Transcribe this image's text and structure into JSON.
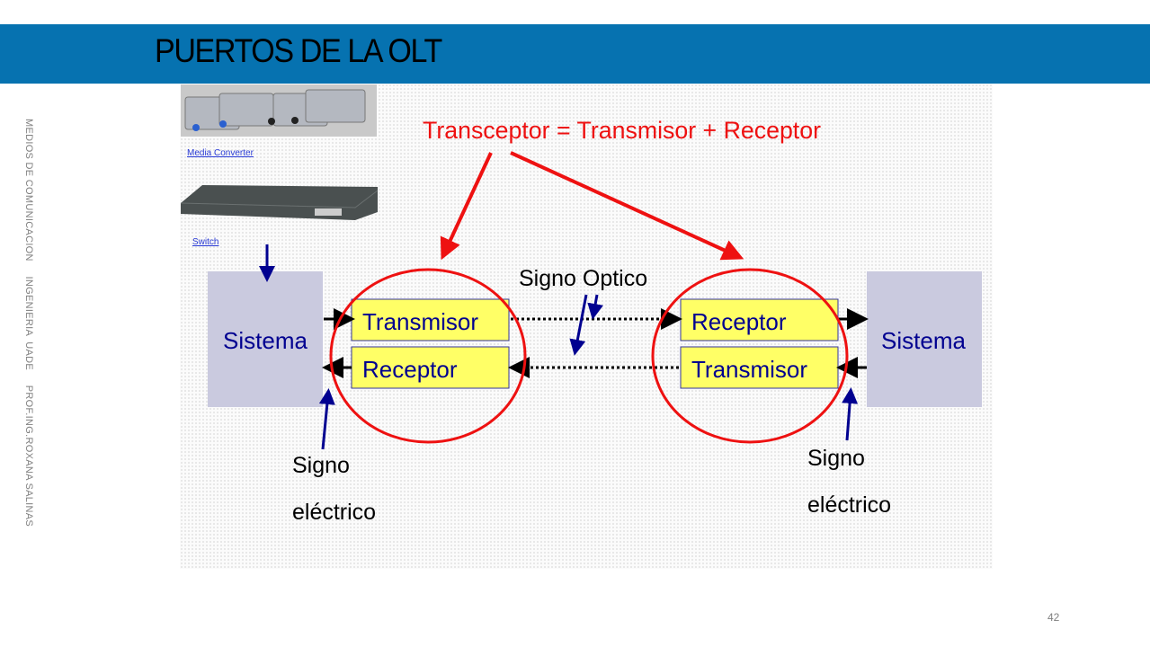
{
  "slide": {
    "title": "PUERTOS DE LA OLT",
    "side_text": "MEDIOS DE COMUNICACION     INGENIERIA  UADE     PROF.ING.ROXANA SALINAS",
    "page_number": "42"
  },
  "images": {
    "media_converter_label": "Media Converter",
    "switch_label": "Switch"
  },
  "diagram": {
    "heading": "Transceptor = Transmisor + Receptor",
    "left_system": "Sistema",
    "right_system": "Sistema",
    "left_top_box": "Transmisor",
    "left_bottom_box": "Receptor",
    "right_top_box": "Receptor",
    "right_bottom_box": "Transmisor",
    "optical_label": "Signo Optico",
    "left_electric_line1": "Signo",
    "left_electric_line2": "eléctrico",
    "right_electric_line1": "Signo",
    "right_electric_line2": "eléctrico"
  },
  "colors": {
    "header_band": "#0672b0",
    "accent_red": "#ee1111",
    "box_yellow": "#ffff66",
    "system_gray": "#c8c8dc",
    "dark_blue": "#000090"
  }
}
